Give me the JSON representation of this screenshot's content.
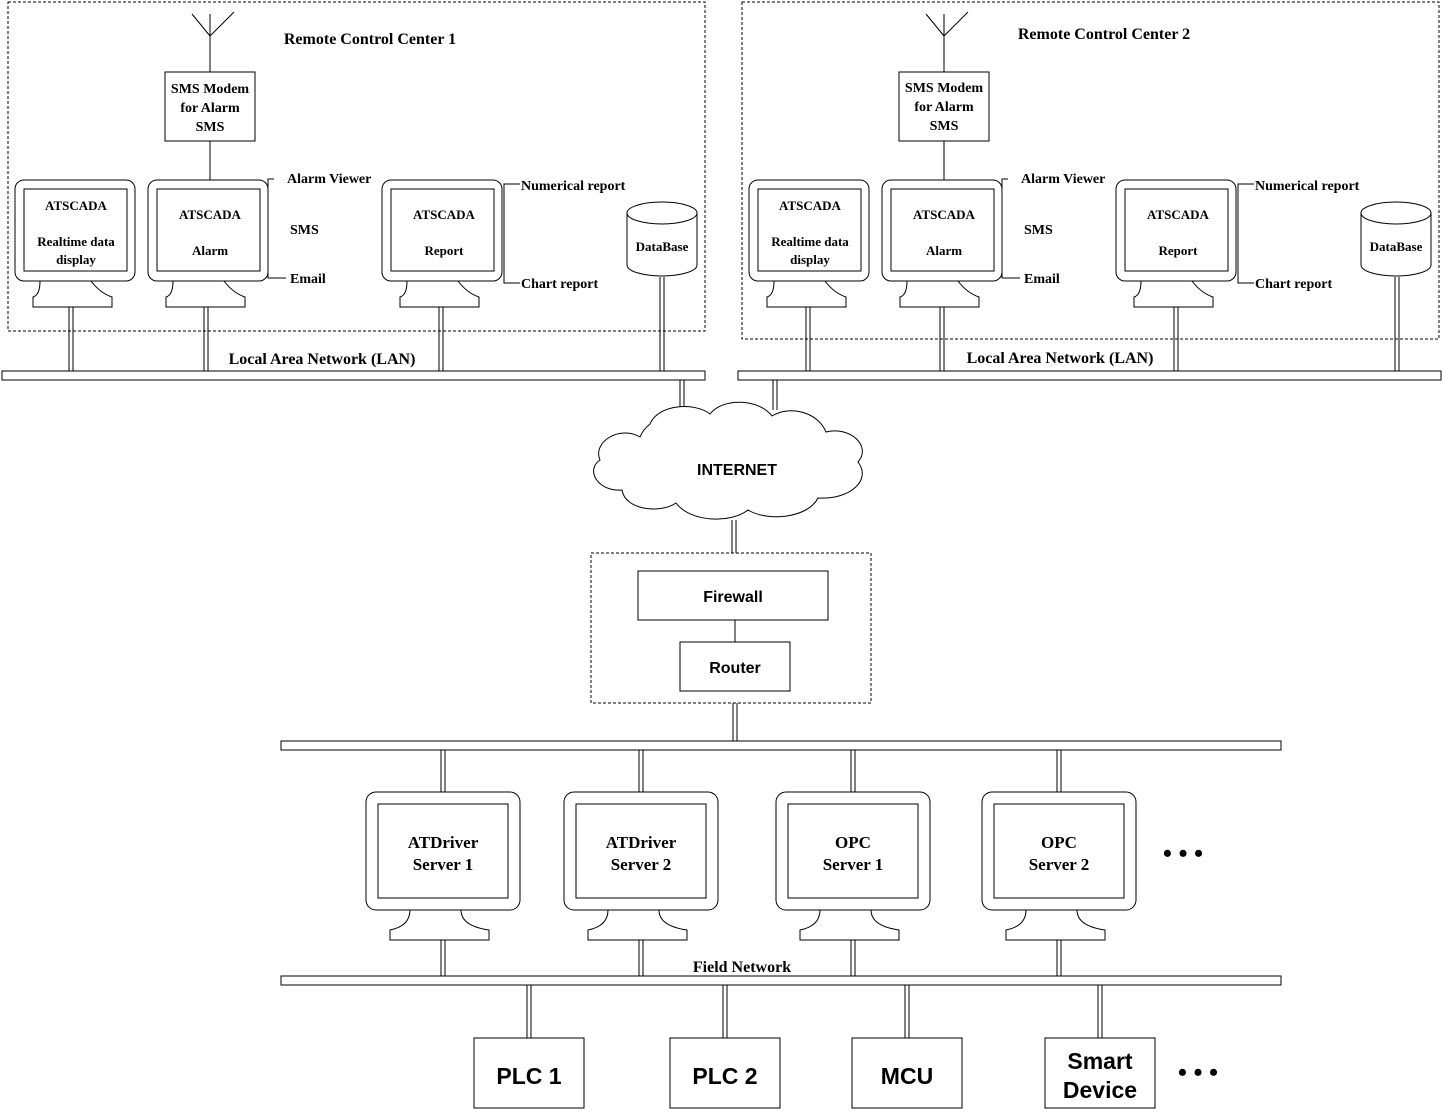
{
  "centers": [
    {
      "title": "Remote Control Center 1",
      "modem": [
        "SMS Modem",
        "for Alarm",
        "SMS"
      ],
      "realtime": [
        "ATSCADA",
        "Realtime data",
        "display"
      ],
      "alarm": [
        "ATSCADA",
        "Alarm"
      ],
      "alarm_outputs": [
        "Alarm Viewer",
        "SMS",
        "Email"
      ],
      "report": [
        "ATSCADA",
        "Report"
      ],
      "report_outputs": [
        "Numerical report",
        "Chart report"
      ],
      "database": "DataBase",
      "lan": "Local Area Network (LAN)"
    },
    {
      "title": "Remote Control Center 2",
      "modem": [
        "SMS Modem",
        "for Alarm",
        "SMS"
      ],
      "realtime": [
        "ATSCADA",
        "Realtime data",
        "display"
      ],
      "alarm": [
        "ATSCADA",
        "Alarm"
      ],
      "alarm_outputs": [
        "Alarm Viewer",
        "SMS",
        "Email"
      ],
      "report": [
        "ATSCADA",
        "Report"
      ],
      "report_outputs": [
        "Numerical report",
        "Chart report"
      ],
      "database": "DataBase",
      "lan": "Local Area Network (LAN)"
    }
  ],
  "internet": "INTERNET",
  "firewall": "Firewall",
  "router": "Router",
  "servers": [
    [
      "ATDriver",
      "Server 1"
    ],
    [
      "ATDriver",
      "Server 2"
    ],
    [
      "OPC",
      "Server 1"
    ],
    [
      "OPC",
      "Server 2"
    ]
  ],
  "field_network": "Field Network",
  "devices": [
    [
      "PLC 1"
    ],
    [
      "PLC 2"
    ],
    [
      "MCU"
    ],
    [
      "Smart",
      "Device"
    ]
  ],
  "ellipsis": "• • •",
  "icons": [
    "antenna-icon",
    "monitor-icon",
    "database-icon",
    "cloud-icon"
  ]
}
